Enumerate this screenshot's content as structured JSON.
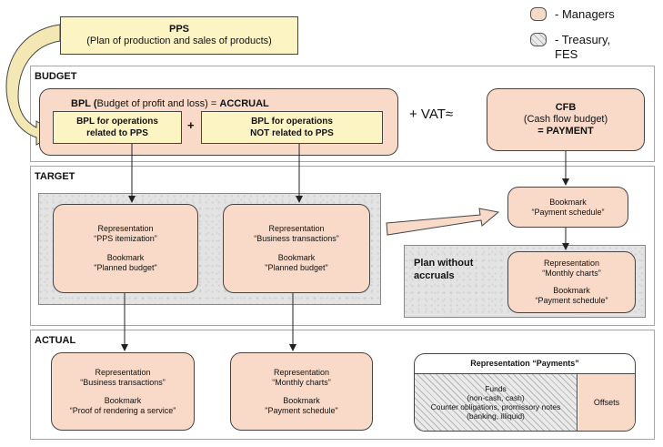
{
  "legend": {
    "managers": "- Managers",
    "treasury_line1": "- Treasury,",
    "treasury_line2": "FES"
  },
  "pps": {
    "title": "PPS",
    "subtitle": "(Plan of production and sales of products)"
  },
  "budget": {
    "label": "BUDGET",
    "bpl_prefix": "BPL (",
    "bpl_middle": "Budget of profit and loss) = ",
    "bpl_suffix": "ACCRUAL",
    "ops_pps_line1": "BPL for operations",
    "ops_pps_line2": "related to PPS",
    "plus": "+",
    "ops_not_line1": "BPL for operations",
    "ops_not_line2": "NOT related to PPS",
    "vat": "+ VAT≈",
    "cfb_title": "CFB",
    "cfb_line2": "(Cash flow budget)",
    "cfb_line3": "= PAYMENT"
  },
  "target": {
    "label": "TARGET",
    "box1": {
      "rep": "Representation",
      "rep_name": "“PPS itemization”",
      "bm": "Bookmark",
      "bm_name": "\"Planned budget\""
    },
    "box2": {
      "rep": "Representation",
      "rep_name": "“Business transactions”",
      "bm": "Bookmark",
      "bm_name": "\"Planned budget\""
    },
    "bookmark_top": {
      "bm": "Bookmark",
      "bm_name": "“Payment schedule”"
    },
    "plan_without_line1": "Plan without",
    "plan_without_line2": "accruals",
    "box3": {
      "rep": "Representation",
      "rep_name": "“Monthly charts”",
      "bm": "Bookmark",
      "bm_name": "“Payment schedule”"
    }
  },
  "actual": {
    "label": "ACTUAL",
    "box1": {
      "rep": "Representation",
      "rep_name": "“Business transactions”",
      "bm": "Bookmark",
      "bm_name": "“Proof of rendering a service”"
    },
    "box2": {
      "rep": "Representation",
      "rep_name": "“Monthly charts”",
      "bm": "Bookmark",
      "bm_name": "\"Payment schedule\""
    },
    "payments_title": "Representation “Payments”",
    "funds_line1": "Funds",
    "funds_line2": "(non-cash, cash)",
    "funds_line3": "Counter obligations, promissory notes",
    "funds_line4": "(banking, illiquid)",
    "offsets": "Offsets"
  },
  "colors": {
    "manager_fill": "#f9d9c8",
    "note_fill": "#fdf4c4",
    "target_gray": "#e3e3e3"
  }
}
